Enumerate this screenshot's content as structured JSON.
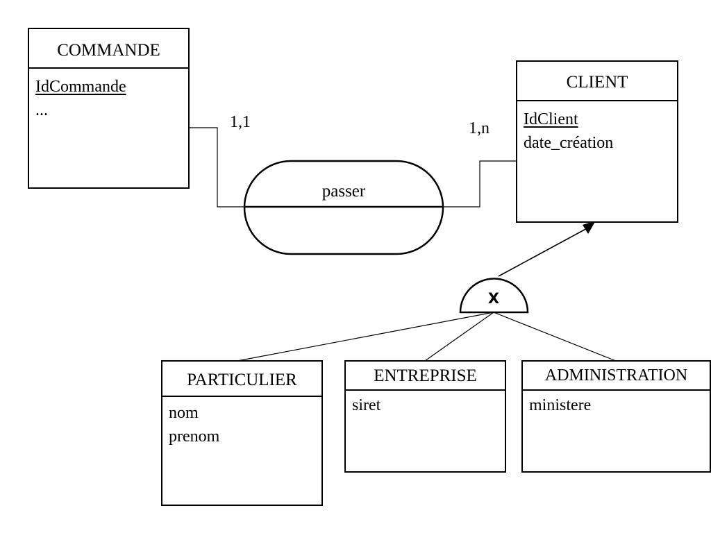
{
  "entities": {
    "commande": {
      "name": "COMMANDE",
      "attributes": [
        {
          "label": "IdCommande",
          "key": true
        },
        {
          "label": "...",
          "key": false
        }
      ]
    },
    "client": {
      "name": "CLIENT",
      "attributes": [
        {
          "label": "IdClient",
          "key": true
        },
        {
          "label": "date_création",
          "key": false
        }
      ]
    },
    "particulier": {
      "name": "PARTICULIER",
      "attributes": [
        {
          "label": "nom",
          "key": false
        },
        {
          "label": "prenom",
          "key": false
        }
      ]
    },
    "entreprise": {
      "name": "ENTREPRISE",
      "attributes": [
        {
          "label": "siret",
          "key": false
        }
      ]
    },
    "administration": {
      "name": "ADMINISTRATION",
      "attributes": [
        {
          "label": "ministere",
          "key": false
        }
      ]
    }
  },
  "association": {
    "name": "passer",
    "cardinality_commande": "1,1",
    "cardinality_client": "1,n"
  },
  "generalization": {
    "constraint": "X"
  }
}
